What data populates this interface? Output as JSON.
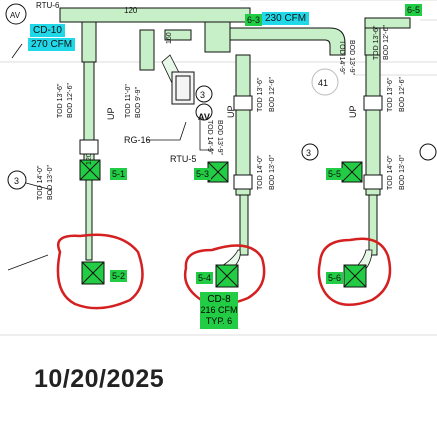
{
  "drawing": {
    "tags": {
      "av_left": "AV",
      "rtu6": "RTU-6",
      "cd10": "CD-10",
      "cfm270": "270 CFM",
      "size120": "120",
      "size160": "160",
      "tag63": "6-3",
      "cfm230": "230 CFM",
      "tag65": "6-5",
      "up1": "UP",
      "up2": "UP",
      "up3": "UP",
      "room41": "41",
      "rg16": "RG-16",
      "rtu5": "RTU-5",
      "av_mid": "AV",
      "mark3_left": "3",
      "mark3_mid": "3",
      "mark3_right": "3",
      "d120": "120",
      "t51": "5-1",
      "t53": "5-3",
      "t55": "5-5",
      "t52": "5-2",
      "t54": "5-4",
      "t56": "5-6",
      "cd8_1": "CD-8",
      "cd8_2": "216 CFM",
      "cd8_3": "TYP. 6"
    },
    "elev": {
      "a1": "TOD 13'-6\"",
      "a2": "BOD 12'-6\"",
      "b1": "TOD 11'-0\"",
      "b2": "BOD 9'-9\"",
      "c1": "TOD 13'-6\"",
      "c2": "BOD 12'-6\"",
      "d1": "BOD 13'-9\"",
      "d2": "TOD 14'-9\"",
      "e1": "TOD 14'-0\"",
      "e2": "BOD 13'-0\"",
      "f1": "BOD 13'-9\"",
      "f2": "TOD 14'-9\"",
      "g1": "TOD 13'-6\"",
      "g2": "BOD 12'-6\"",
      "h1": "TOD 14'-0\"",
      "h2": "BOD 13'-0\"",
      "i1": "TOD 13'-6\"",
      "i2": "BOD 12'-6\"",
      "j1": "TOD 14'-0\"",
      "j2": "BOD 13'-0\""
    },
    "colors": {
      "duct_fill": "#c8f0c8",
      "duct_line": "#111111",
      "tag_green": "#22cc44",
      "tag_cyan": "#20d8e8",
      "markup_red": "#d42020"
    }
  },
  "date": "10/20/2025"
}
